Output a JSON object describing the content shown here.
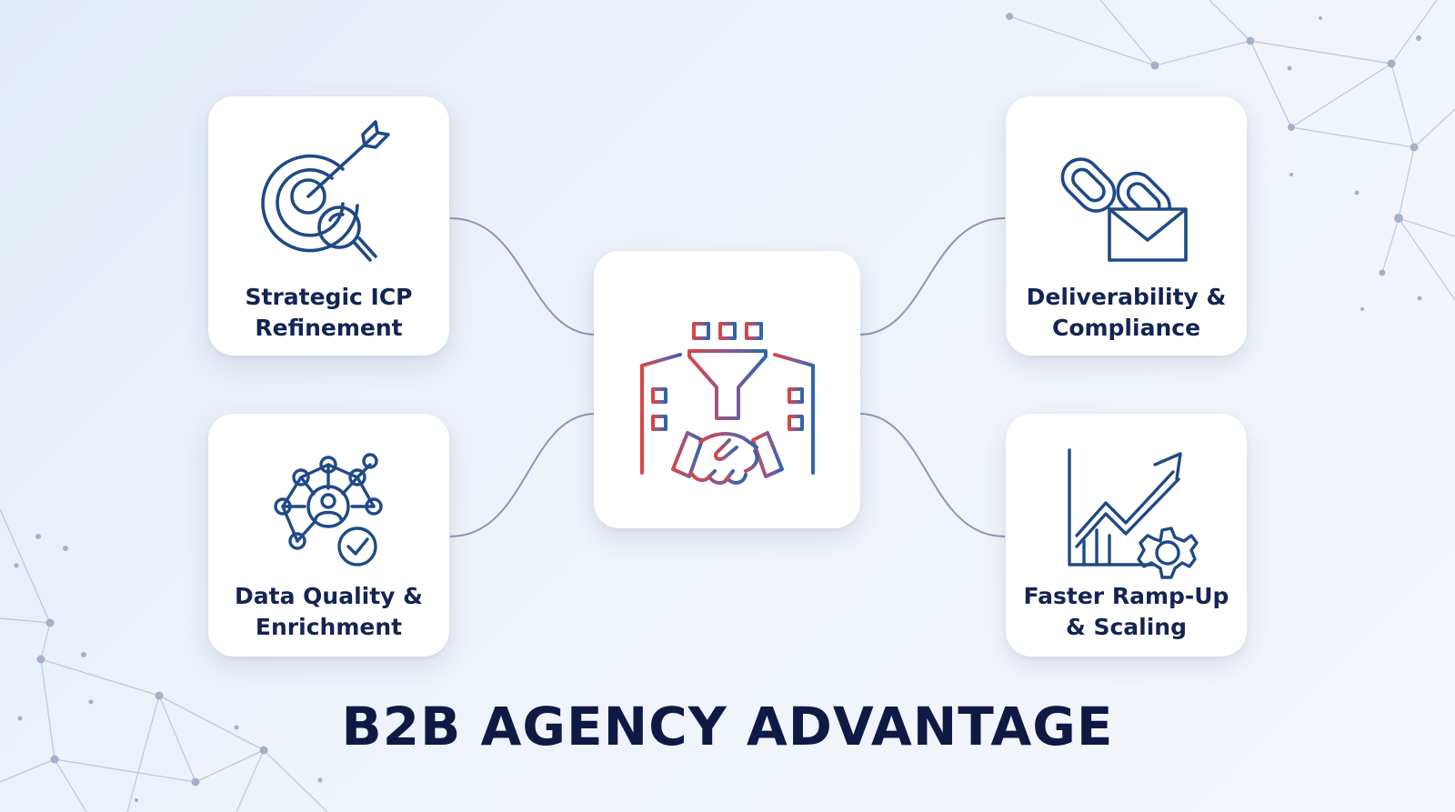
{
  "title": "B2B AGENCY ADVANTAGE",
  "center": {
    "icon": "office-building-funnel-handshake-icon"
  },
  "cards": [
    {
      "id": "strategic-icp",
      "icon": "target-arrow-magnifier-icon",
      "line1": "Strategic ICP",
      "line2": "Refinement"
    },
    {
      "id": "data-quality",
      "icon": "network-person-check-icon",
      "line1": "Data Quality &",
      "line2": "Enrichment"
    },
    {
      "id": "deliverability",
      "icon": "link-envelope-icon",
      "line1": "Deliverability &",
      "line2": "Compliance"
    },
    {
      "id": "faster-ramp-up",
      "icon": "growth-chart-gear-icon",
      "line1": "Faster Ramp-Up",
      "line2": "& Scaling"
    }
  ],
  "colors": {
    "navy": "#1f4a86",
    "title": "#0e1a44",
    "red": "#d84545",
    "connector": "#8a98b3",
    "mesh": "#aab7cc"
  }
}
